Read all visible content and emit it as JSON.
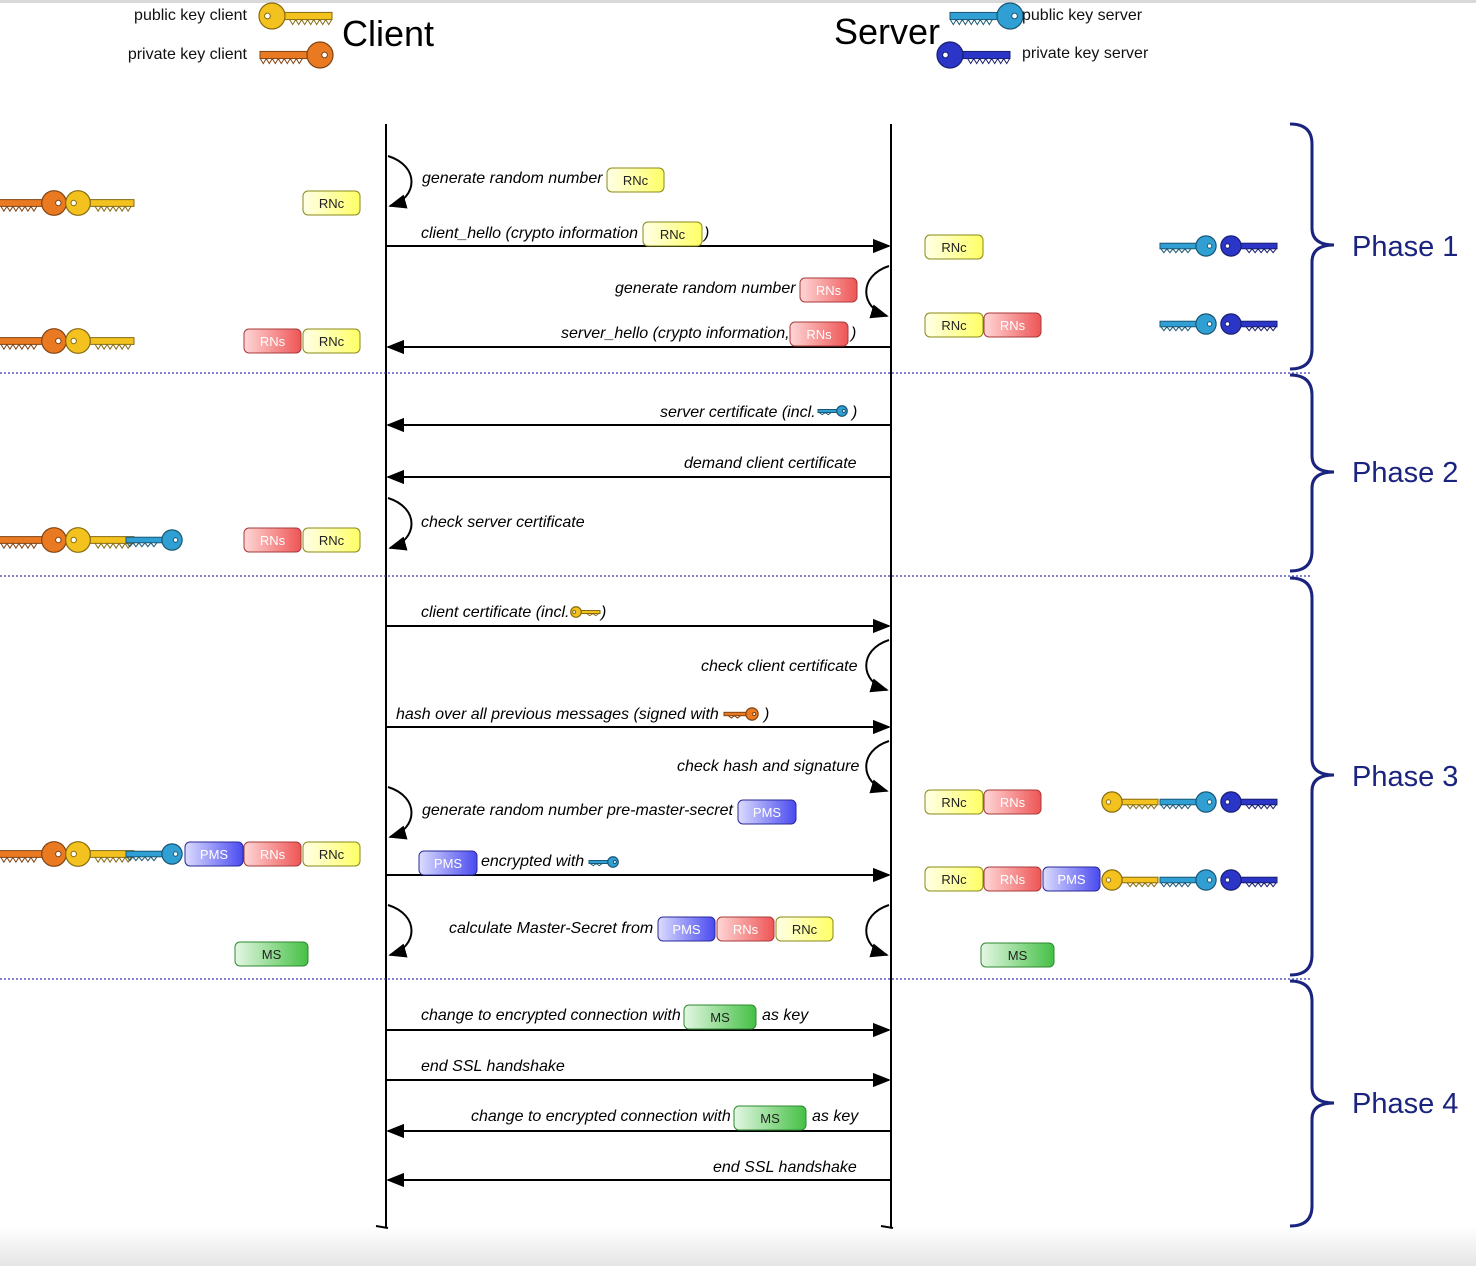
{
  "legend": {
    "public_key_client": "public key client",
    "private_key_client": "private key client",
    "public_key_server": "public key server",
    "private_key_server": "private key server"
  },
  "actors": {
    "client": "Client",
    "server": "Server"
  },
  "phases": [
    "Phase 1",
    "Phase 2",
    "Phase 3",
    "Phase 4"
  ],
  "tokens": {
    "rnc": "RNc",
    "rns": "RNs",
    "pms": "PMS",
    "ms": "MS"
  },
  "messages": [
    {
      "prefix": "generate random number",
      "suffix": ""
    },
    {
      "prefix": "client_hello (crypto information",
      "suffix": ")"
    },
    {
      "prefix": "generate random number",
      "suffix": ""
    },
    {
      "prefix": "server_hello (crypto information,",
      "suffix": ")"
    },
    {
      "prefix": "server certificate (incl.",
      "suffix": ")"
    },
    {
      "prefix": "demand client certificate",
      "suffix": ""
    },
    {
      "prefix": "check server certificate",
      "suffix": ""
    },
    {
      "prefix": "client certificate (incl.",
      "suffix": ")"
    },
    {
      "prefix": "check client certificate",
      "suffix": ""
    },
    {
      "prefix": "hash over all previous messages (signed with",
      "suffix": ")"
    },
    {
      "prefix": "check hash and signature",
      "suffix": ""
    },
    {
      "prefix": "generate random number pre-master-secret",
      "suffix": ""
    },
    {
      "prefix": "encrypted with",
      "suffix": ""
    },
    {
      "prefix": "calculate Master-Secret from",
      "suffix": ""
    },
    {
      "prefix": "change to encrypted connection with",
      "suffix": "as key"
    },
    {
      "prefix": "end SSL handshake",
      "suffix": ""
    },
    {
      "prefix": "change to encrypted connection with",
      "suffix": "as key"
    },
    {
      "prefix": "end SSL handshake",
      "suffix": ""
    }
  ],
  "colors": {
    "key_public_client": "#f3c21e",
    "key_private_client": "#e97a22",
    "key_public_server": "#2f9fd4",
    "key_private_server": "#2b36c9",
    "token_rnc": "#ffff80",
    "token_rns": "#f07070",
    "token_pms": "#7070f0",
    "token_ms": "#70d070",
    "phase": "#1a237e",
    "separator": "#3b3bb0"
  }
}
